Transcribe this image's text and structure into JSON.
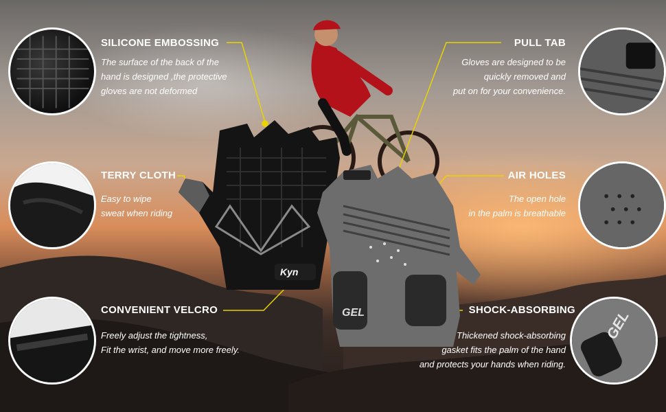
{
  "features": {
    "silicone": {
      "title": "SILICONE EMBOSSING",
      "lines": [
        "The surface of the back of the",
        "hand is designed ,the protective",
        "gloves are not deformed"
      ]
    },
    "terry": {
      "title": "TERRY CLOTH",
      "lines": [
        "Easy to wipe",
        "sweat when riding"
      ]
    },
    "velcro": {
      "title": "CONVENIENT VELCRO",
      "lines": [
        "Freely adjust the tightness,",
        "Fit the wrist, and move more freely."
      ]
    },
    "pull": {
      "title": "PULL TAB",
      "lines": [
        "Gloves are designed to be",
        "quickly removed and",
        "put on for your convenience."
      ]
    },
    "air": {
      "title": "AIR HOLES",
      "lines": [
        "The open hole",
        "in the palm is breathable"
      ]
    },
    "shock": {
      "title": "SHOCK-ABSORBING",
      "lines": [
        "Thickened shock-absorbing",
        "gasket fits the palm of the hand",
        "and protects your hands when riding."
      ]
    }
  },
  "product": {
    "brand_mark": "Kyn",
    "palm_pad_text": "GEL",
    "thumb_pad_text": "GEL"
  },
  "colors": {
    "leader_line": "#e8d400",
    "text": "#ffffff",
    "glove_dark": "#141414",
    "glove_grey": "#6d6d6d"
  }
}
